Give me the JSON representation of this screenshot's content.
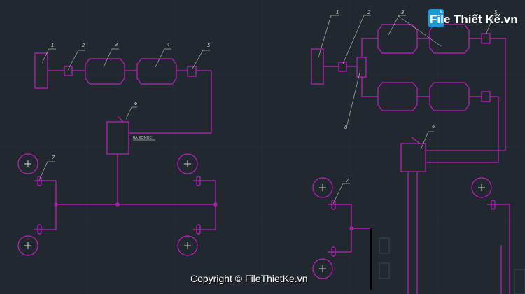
{
  "left_diagram": {
    "labels": [
      "1",
      "2",
      "3",
      "4",
      "5",
      "6",
      "7"
    ],
    "output_tag": "RA XOMOC"
  },
  "right_diagram": {
    "labels": [
      "1",
      "2",
      "3",
      "5",
      "6",
      "7",
      "8"
    ]
  },
  "watermark": {
    "logo_text": "File Thiết Kế.vn",
    "copyright": "Copyright © FileThietKe.vn"
  },
  "colors": {
    "background": "#212830",
    "lines": "#c020c0",
    "labels": "#c8c8c8"
  }
}
